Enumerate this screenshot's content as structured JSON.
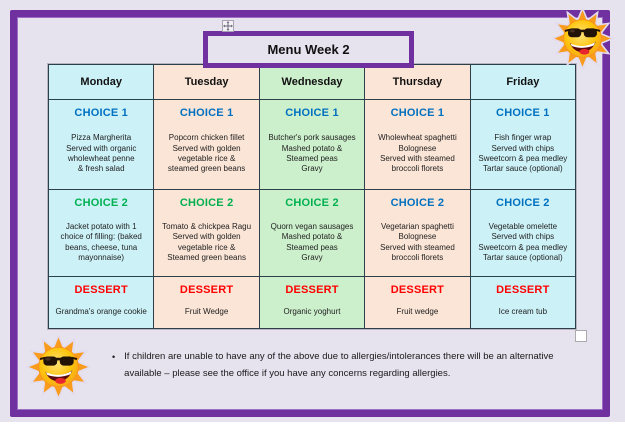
{
  "page": {
    "background": "#E6E2EE",
    "border_color": "#7030A0"
  },
  "title": "Menu Week 2",
  "colors": {
    "cyan_column": "#CCF2F8",
    "peach_column": "#FBE5D6",
    "green_column": "#CDF0CC",
    "choice_blue": "#0070C0",
    "choice_green": "#00B050",
    "dessert_red": "#FF0000"
  },
  "menu": {
    "columns": [
      {
        "day": "Monday",
        "bg": "#CCF2F8",
        "choice1": {
          "label": "CHOICE 1",
          "color": "#0070C0",
          "text": "Pizza Margherita\nServed with organic\nwholewheat penne\n& fresh salad"
        },
        "choice2": {
          "label": "CHOICE 2",
          "color": "#00B050",
          "text": "Jacket potato with 1\nchoice of filling: (baked\nbeans, cheese, tuna\nmayonnaise)"
        },
        "dessert": {
          "label": "DESSERT",
          "color": "#FF0000",
          "text": "Grandma's orange cookie"
        }
      },
      {
        "day": "Tuesday",
        "bg": "#FBE5D6",
        "choice1": {
          "label": "CHOICE 1",
          "color": "#0070C0",
          "text": "Popcorn chicken fillet\nServed with golden\nvegetable rice &\nsteamed green beans"
        },
        "choice2": {
          "label": "CHOICE 2",
          "color": "#00B050",
          "text": "Tomato & chickpea Ragu\nServed with golden\nvegetable rice &\nSteamed green beans"
        },
        "dessert": {
          "label": "DESSERT",
          "color": "#FF0000",
          "text": "Fruit Wedge"
        }
      },
      {
        "day": "Wednesday",
        "bg": "#CDF0CC",
        "choice1": {
          "label": "CHOICE 1",
          "color": "#0070C0",
          "text": "Butcher's pork sausages\nMashed potato &\nSteamed peas\nGravy"
        },
        "choice2": {
          "label": "CHOICE 2",
          "color": "#00B050",
          "text": "Quorn vegan sausages\nMashed potato &\nSteamed peas\nGravy"
        },
        "dessert": {
          "label": "DESSERT",
          "color": "#FF0000",
          "text": "Organic yoghurt"
        }
      },
      {
        "day": "Thursday",
        "bg": "#FBE5D6",
        "choice1": {
          "label": "CHOICE 1",
          "color": "#0070C0",
          "text": "Wholewheat spaghetti\nBolognese\nServed with steamed\nbroccoli florets"
        },
        "choice2": {
          "label": "CHOICE 2",
          "color": "#0070C0",
          "text": "Vegetarian spaghetti\nBolognese\nServed with steamed\nbroccoli florets"
        },
        "dessert": {
          "label": "DESSERT",
          "color": "#FF0000",
          "text": "Fruit wedge"
        }
      },
      {
        "day": "Friday",
        "bg": "#CCF2F8",
        "choice1": {
          "label": "CHOICE 1",
          "color": "#0070C0",
          "text": "Fish finger wrap\nServed with chips\nSweetcorn & pea medley\nTartar sauce (optional)"
        },
        "choice2": {
          "label": "CHOICE 2",
          "color": "#0070C0",
          "text": "Vegetable omelette\nServed with chips\nSweetcorn & pea medley\nTartar sauce (optional)"
        },
        "dessert": {
          "label": "DESSERT",
          "color": "#FF0000",
          "text": "Ice cream tub"
        }
      }
    ]
  },
  "note": {
    "bullet": "•",
    "text": "If children are unable to have any of the above due to allergies/intolerances there will be an alternative available – please see the office if you have any concerns regarding allergies."
  },
  "icons": {
    "sun_top_right": "sun-with-sunglasses",
    "sun_bottom_left": "sun-with-sunglasses",
    "move_handle": "table-move-handle",
    "resize_handle": "table-resize-handle"
  }
}
